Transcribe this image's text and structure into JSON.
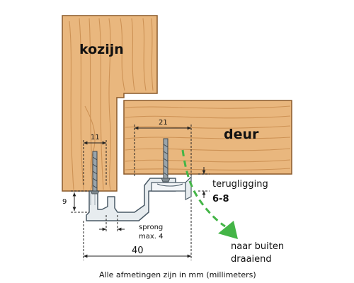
{
  "labels": {
    "frame": "kozijn",
    "door": "deur",
    "setback_title": "terugligging",
    "setback_value": "6-8",
    "step_line1": "sprong",
    "step_line2": "max. 4",
    "direction_line1": "naar buiten",
    "direction_line2": "draaiend"
  },
  "dimensions": {
    "width_11": "11",
    "width_21": "21",
    "height_9": "9",
    "width_40": "40"
  },
  "caption": "Alle afmetingen zijn in mm (millimeters)",
  "colors": {
    "wood": "#E9B77E",
    "wood_grain": "#C98C4E",
    "wood_edge": "#8A5A2B",
    "profile_fill": "#E7ECEF",
    "profile_stroke": "#4A5A66",
    "dimension_line": "#222222",
    "arrow": "#44B547"
  }
}
